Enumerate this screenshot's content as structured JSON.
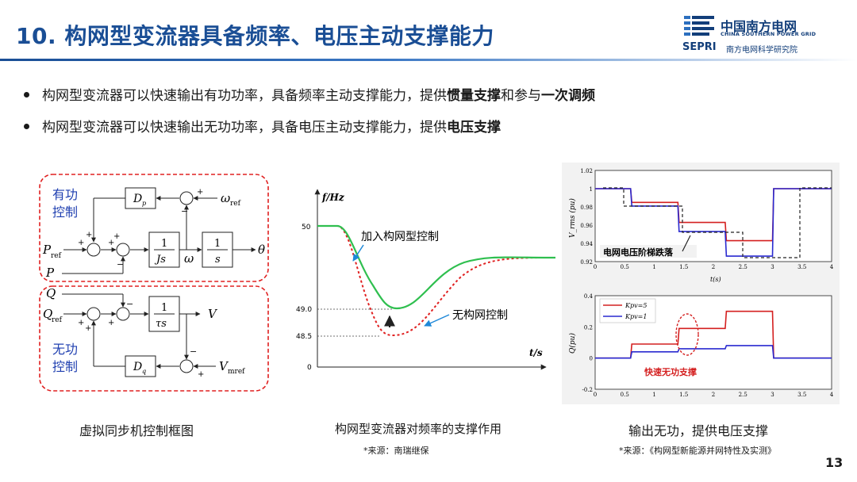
{
  "title": "10. 构网型变流器具备频率、电压主动支撑能力",
  "logo": {
    "cn": "中国南方电网",
    "en": "CHINA SOUTHERN POWER GRID",
    "sepri": "SEPRI",
    "institute": "南方电网科学研究院",
    "icon": "csg-logo-icon"
  },
  "bullets": [
    {
      "pre": "构网型变流器可以快速输出有功功率，具备频率主动支撑能力，提供",
      "b1": "惯量支撑",
      "mid": "和参与",
      "b2": "一次调频"
    },
    {
      "pre": "构网型变流器可以快速输出无功功率，具备电压主动支撑能力，提供",
      "b1": "电压支撑"
    }
  ],
  "fig1": {
    "caption": "虚拟同步机控制框图",
    "label_active": "有功",
    "label_control_1": "控制",
    "label_reactive": "无功",
    "label_control_2": "控制",
    "blk_dp": "D",
    "blk_dp_sub": "p",
    "blk_dq": "D",
    "blk_dq_sub": "q",
    "blk_js_num": "1",
    "blk_js_den": "Js",
    "blk_s_num": "1",
    "blk_s_den": "s",
    "blk_ts_num": "1",
    "blk_ts_den": "τs",
    "omega_ref": "ω",
    "omega_ref_sub": "ref",
    "omega": "ω",
    "theta": "θ",
    "p_ref": "P",
    "p_ref_sub": "ref",
    "p": "P",
    "q": "Q",
    "q_ref": "Q",
    "q_ref_sub": "ref",
    "v": "V",
    "v_mref": "V",
    "v_mref_sub": "mref",
    "plus": "+",
    "minus": "−",
    "colors": {
      "dashed_box": "#e02020",
      "label": "#1f3fb0"
    }
  },
  "fig2": {
    "caption": "构网型变流器对频率的支撑作用",
    "source": "*来源：南瑞继保",
    "ylabel": "f/Hz",
    "xlabel": "t/s",
    "label_gfm": "加入构网型控制",
    "label_no_gfm": "无构网控制",
    "tick_50": "50",
    "tick_490": "49.0",
    "tick_485": "48.5",
    "tick_0": "0",
    "colors": {
      "with_gfm": "#2fbf4f",
      "without_gfm": "#e02020",
      "arrow": "#1e88d8"
    },
    "chart_data": {
      "type": "line",
      "series": [
        {
          "name": "加入构网型控制",
          "x": [
            0,
            1,
            2,
            3,
            4,
            5,
            6,
            7,
            8
          ],
          "y": [
            50,
            50,
            49.45,
            49.05,
            49.0,
            49.3,
            49.85,
            50,
            50
          ]
        },
        {
          "name": "无构网控制",
          "x": [
            0,
            1,
            2,
            3,
            4,
            5,
            6,
            7,
            8
          ],
          "y": [
            50,
            50,
            49.2,
            48.6,
            48.5,
            49.0,
            49.8,
            50,
            50
          ]
        }
      ],
      "yticks": [
        "50",
        "49.0",
        "48.5",
        "0"
      ]
    }
  },
  "fig3": {
    "caption": "输出无功，提供电压支撑",
    "source": "*来源：《构网型新能源并网特性及实测》",
    "top_ylabel": "V_rms (pu)",
    "top_yticks": [
      "1.02",
      "1",
      "0.98",
      "0.96",
      "0.94",
      "0.92"
    ],
    "top_xticks": [
      "0",
      "0.5",
      "1",
      "1.5",
      "2",
      "2.5",
      "3",
      "3.5",
      "4"
    ],
    "top_xlabel": "t(s)",
    "top_annotation": "电网电压阶梯跌落",
    "bot_ylabel": "Q(pu)",
    "bot_yticks": [
      "0.4",
      "0.2",
      "0",
      "-0.2"
    ],
    "bot_xticks": [
      "0",
      "0.5",
      "1",
      "1.5",
      "2",
      "2.5",
      "3",
      "3.5",
      "4"
    ],
    "bot_annotation": "快速无功支撑",
    "legend_kpv5": "Kpv=5",
    "legend_kpv1": "Kpv=1",
    "colors": {
      "kpv5": "#d42020",
      "kpv1": "#2a2ad0",
      "grid_dash": "#222222"
    },
    "chart_data": [
      {
        "type": "line",
        "ylabel": "V_rms (pu)",
        "xlim": [
          0,
          4
        ],
        "ylim": [
          0.92,
          1.02
        ],
        "series": [
          {
            "name": "Kpv=5",
            "x": [
              0,
              0.6,
              0.62,
              1.4,
              1.42,
              2.2,
              2.22,
              3.0,
              3.02,
              4.0
            ],
            "y": [
              1.0,
              1.0,
              0.985,
              0.985,
              0.963,
              0.963,
              0.943,
              0.943,
              1.0,
              1.0
            ]
          },
          {
            "name": "Kpv=1",
            "x": [
              0,
              0.6,
              0.62,
              1.4,
              1.42,
              2.2,
              2.22,
              3.0,
              3.02,
              4.0
            ],
            "y": [
              1.0,
              1.0,
              0.981,
              0.981,
              0.953,
              0.953,
              0.926,
              0.926,
              1.0,
              1.0
            ]
          }
        ]
      },
      {
        "type": "line",
        "ylabel": "Q(pu)",
        "xlim": [
          0,
          4
        ],
        "ylim": [
          -0.2,
          0.4
        ],
        "series": [
          {
            "name": "Kpv=5",
            "x": [
              0,
              0.6,
              0.62,
              1.4,
              1.42,
              2.2,
              2.22,
              3.0,
              3.02,
              4.0
            ],
            "y": [
              0,
              0,
              0.09,
              0.09,
              0.19,
              0.19,
              0.3,
              0.3,
              0,
              0
            ]
          },
          {
            "name": "Kpv=1",
            "x": [
              0,
              0.6,
              0.62,
              1.4,
              1.42,
              2.2,
              2.22,
              3.0,
              3.02,
              4.0
            ],
            "y": [
              0,
              0,
              0.04,
              0.04,
              0.06,
              0.06,
              0.08,
              0.08,
              0,
              0
            ]
          }
        ]
      }
    ]
  },
  "page_number": "13"
}
